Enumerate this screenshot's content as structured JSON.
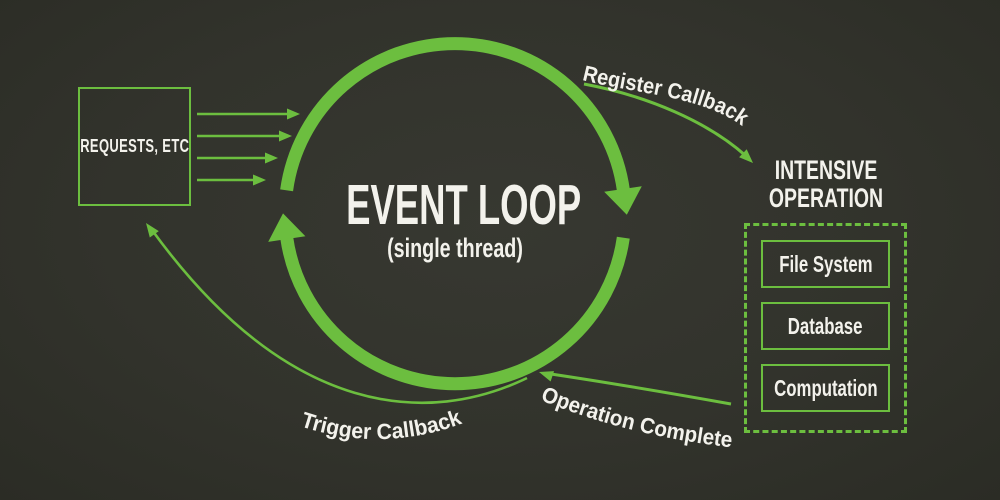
{
  "colors": {
    "background": "#32332c",
    "accent_green": "#6cbe3f",
    "text": "#f3f2ec"
  },
  "requests_box": {
    "label": "REQUESTS, ETC"
  },
  "event_loop": {
    "title": "EVENT LOOP",
    "subtitle": "(single thread)"
  },
  "flow_labels": {
    "register": "Register Callback",
    "trigger": "Trigger Callback",
    "operation": "Operation Complete"
  },
  "intensive_operation": {
    "heading": "INTENSIVE OPERATION",
    "items": [
      "File System",
      "Database",
      "Computation"
    ]
  }
}
